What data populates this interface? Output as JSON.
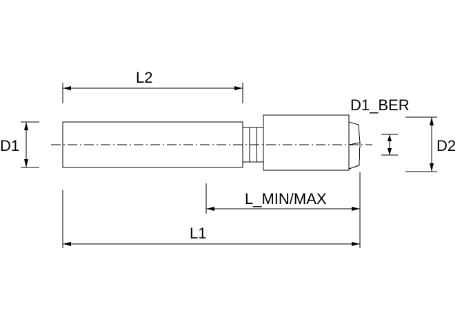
{
  "labels": {
    "l2": "L2",
    "d1": "D1",
    "d1_ber": "D1_BER",
    "d2": "D2",
    "l_min_max": "L_MIN/MAX",
    "l1": "L1"
  },
  "colors": {
    "line": "#000000",
    "background": "#ffffff"
  }
}
